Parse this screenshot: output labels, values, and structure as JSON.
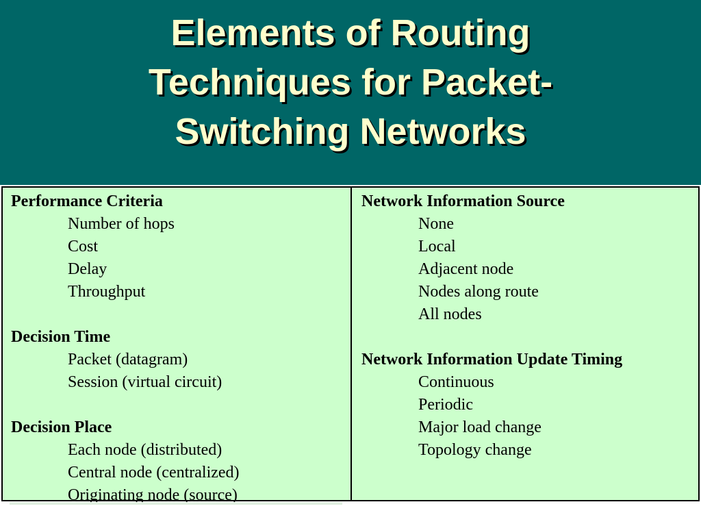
{
  "title": {
    "line1": "Elements of Routing",
    "line2": "Techniques for Packet-",
    "line3": "Switching Networks"
  },
  "left": {
    "performance": {
      "heading": "Performance Criteria",
      "items": [
        "Number of hops",
        "Cost",
        "Delay",
        "Throughput"
      ]
    },
    "decision_time": {
      "heading": "Decision Time",
      "items": [
        "Packet (datagram)",
        "Session (virtual circuit)"
      ]
    },
    "decision_place": {
      "heading": "Decision Place",
      "items": [
        "Each node (distributed)",
        "Central node (centralized)",
        "Originating node (source)"
      ]
    }
  },
  "right": {
    "info_source": {
      "heading": "Network Information Source",
      "items": [
        "None",
        "Local",
        "Adjacent node",
        "Nodes along route",
        "All nodes"
      ]
    },
    "update_timing": {
      "heading": "Network Information Update Timing",
      "items": [
        "Continuous",
        "Periodic",
        "Major load change",
        "Topology change"
      ]
    }
  },
  "colors": {
    "header_bg": "#006666",
    "title_text": "#ffffcc",
    "table_bg": "#ccffcc"
  }
}
